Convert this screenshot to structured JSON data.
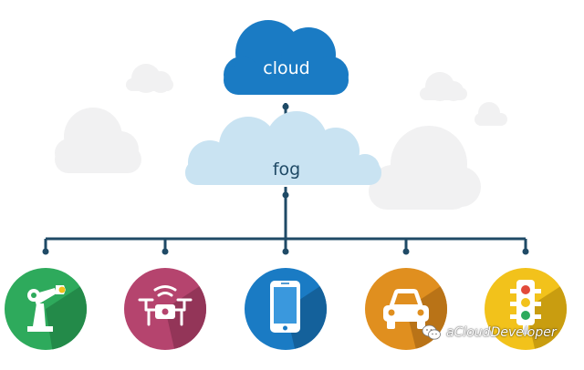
{
  "diagram": {
    "cloud": {
      "label": "cloud",
      "color": "#1a7bc4"
    },
    "fog": {
      "label": "fog",
      "color": "#c9e3f2"
    },
    "connector_color": "#1f4a66",
    "background_cloud_color": "#f1f1f2",
    "devices": [
      {
        "name": "industrial-robot-arm",
        "icon": "robot-arm-icon",
        "color": "#2eaa5c",
        "shadow": "#238a49"
      },
      {
        "name": "drone",
        "icon": "drone-icon",
        "color": "#b5446e",
        "shadow": "#933558"
      },
      {
        "name": "smartphone",
        "icon": "smartphone-icon",
        "color": "#1a7bc4",
        "shadow": "#14619b"
      },
      {
        "name": "car",
        "icon": "car-icon",
        "color": "#e08f1f",
        "shadow": "#b97317"
      },
      {
        "name": "traffic-light",
        "icon": "traffic-light-icon",
        "color": "#f2c21b",
        "shadow": "#c99d10"
      }
    ]
  },
  "watermark": {
    "text": "aCloudDeveloper",
    "icon": "wechat-icon"
  }
}
